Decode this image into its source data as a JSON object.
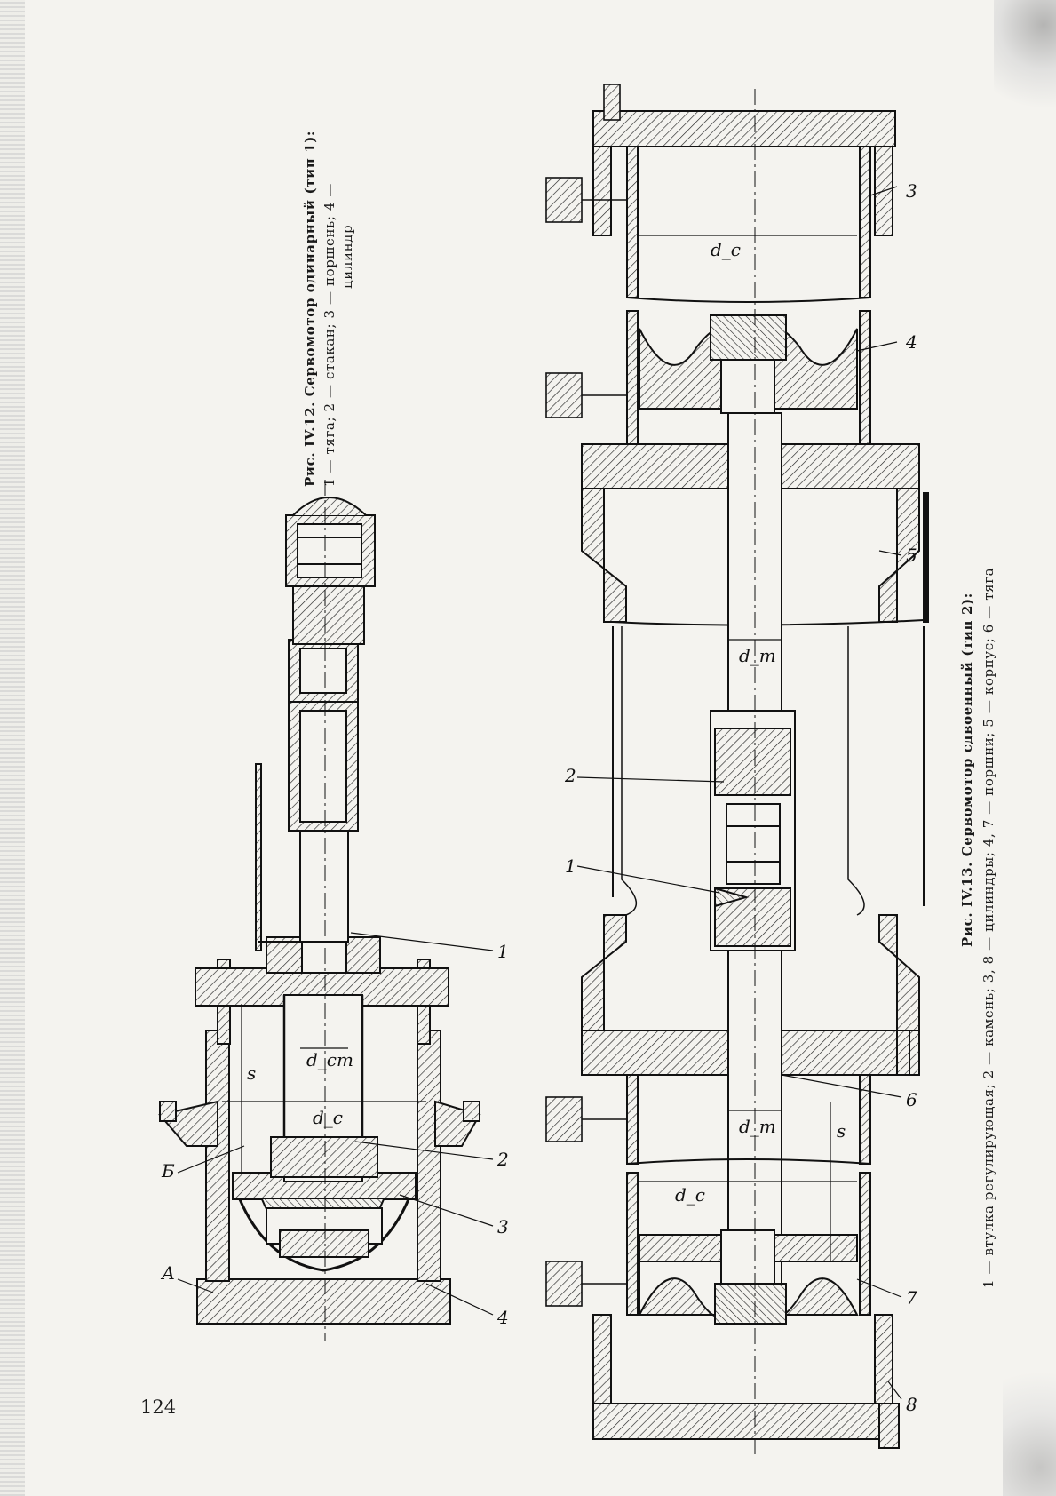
{
  "page_number": "124",
  "fig12": {
    "title": "Рис. IV.12. Сервомотор одинарный (тип 1):",
    "legend_line1": "1 — тяга; 2 — стакан; 3 — поршень; 4 —",
    "legend_line2": "цилиндр",
    "callouts": [
      "1",
      "2",
      "3",
      "4",
      "А",
      "Б"
    ],
    "dimensions": [
      "s",
      "d_c",
      "d_ст"
    ]
  },
  "fig13": {
    "title": "Рис. IV.13. Сервомотор сдвоенный (тип 2):",
    "legend_line1": "1 — втулка регулирующая; 2 — камень; 3, 8 — цилиндры; 4, 7 — поршни; 5 — корпус; 6 — тяга",
    "callouts": [
      "1",
      "2",
      "3",
      "4",
      "5",
      "6",
      "7",
      "8"
    ],
    "dimensions": [
      "d_c",
      "d_c",
      "d_т",
      "d_т",
      "s"
    ]
  }
}
